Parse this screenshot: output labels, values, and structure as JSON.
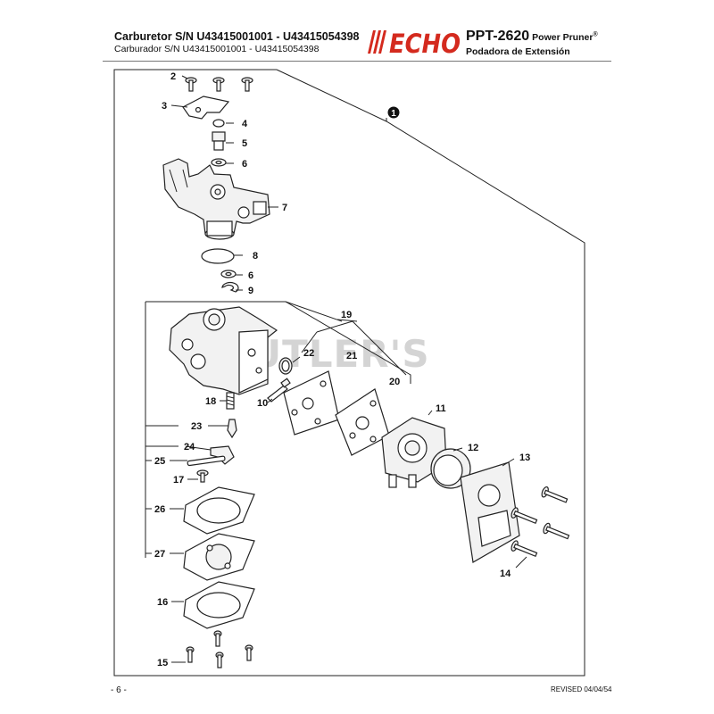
{
  "header": {
    "title": "Carburetor S/N U43415001001 - U43415054398",
    "subtitle": "Carburador S/N U43415001001 - U43415054398",
    "brand": "ECHO",
    "model": "PPT-2620",
    "model_type": "Power Pruner",
    "model_type_mark": "®",
    "model_type_es": "Podadora de Extensión"
  },
  "watermark": "BUTLER'S",
  "callouts": {
    "assembly": "1",
    "p2": "2",
    "p3": "3",
    "p4": "4",
    "p5": "5",
    "p6a": "6",
    "p7": "7",
    "p8": "8",
    "p6b": "6",
    "p9": "9",
    "p19": "19",
    "p22": "22",
    "p21": "21",
    "p20": "20",
    "p18": "18",
    "p10": "10",
    "p11": "11",
    "p23": "23",
    "p12": "12",
    "p13": "13",
    "p24": "24",
    "p25": "25",
    "p17": "17",
    "p26": "26",
    "p27": "27",
    "p14": "14",
    "p16": "16",
    "p15": "15"
  },
  "footer": {
    "page": "- 6 -",
    "revised": "REVISED 04/04/54"
  }
}
